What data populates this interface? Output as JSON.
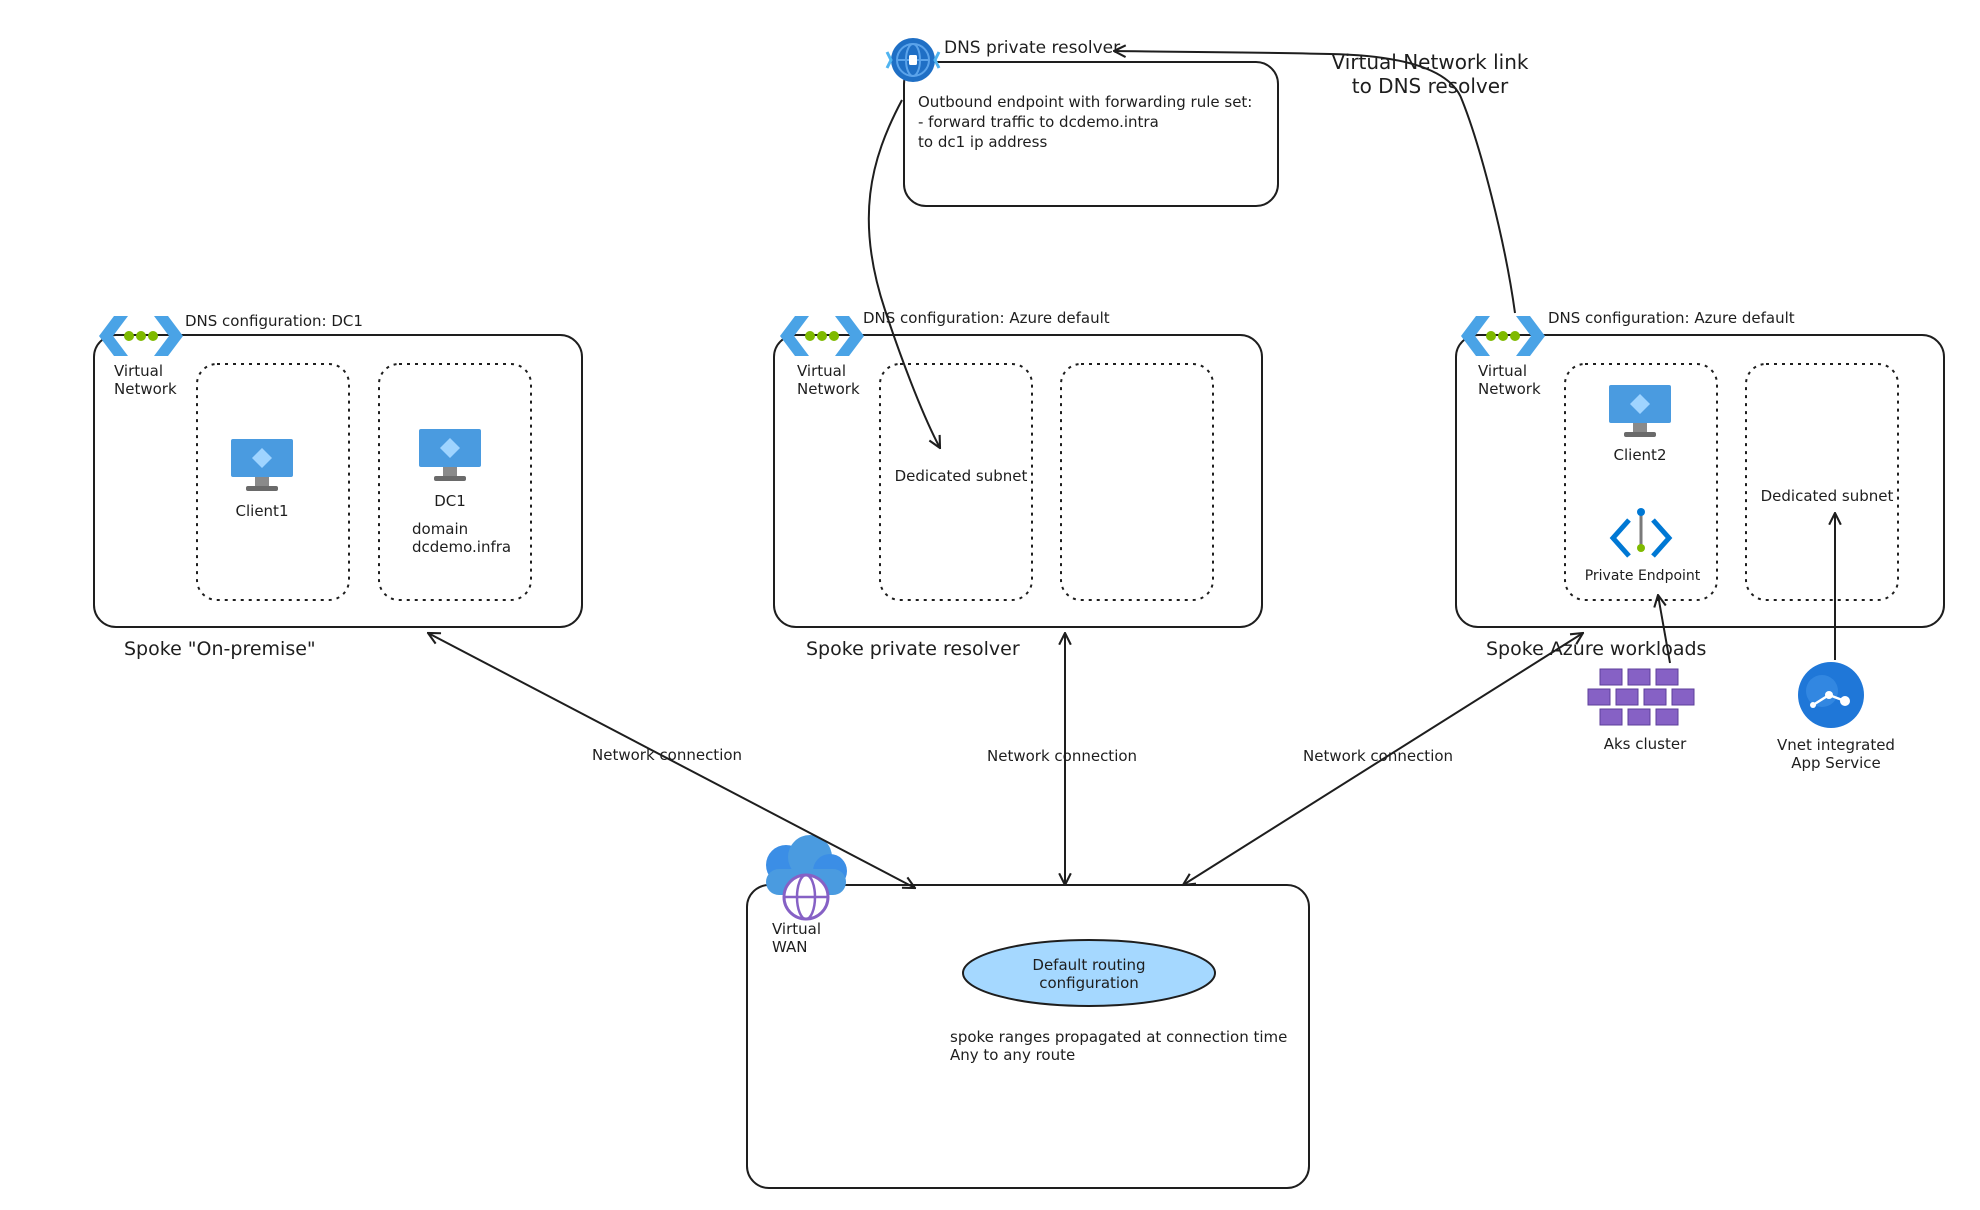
{
  "dns_resolver": {
    "title": "DNS private resolver",
    "note_lines": [
      "Outbound endpoint with forwarding rule set:",
      "- forward traffic to dcdemo.intra",
      "to dc1 ip address"
    ],
    "vnet_link_label": "Virtual Network link\nto DNS resolver"
  },
  "spokes": [
    {
      "name": "Spoke \"On-premise\"",
      "dns_config": "DNS configuration: DC1",
      "vnet_label": "Virtual\nNetwork",
      "client1": "Client1",
      "dc1": "DC1",
      "dc1_domain": "domain\ndcdemo.infra"
    },
    {
      "name": "Spoke private resolver",
      "dns_config": "DNS configuration: Azure default",
      "vnet_label": "Virtual\nNetwork",
      "subnet_label": "Dedicated subnet"
    },
    {
      "name": "Spoke Azure workloads",
      "dns_config": "DNS configuration: Azure default",
      "vnet_label": "Virtual\nNetwork",
      "client2": "Client2",
      "private_endpoint": "Private Endpoint",
      "subnet_label": "Dedicated subnet"
    }
  ],
  "external": {
    "aks": "Aks cluster",
    "app_service": "Vnet integrated\nApp Service"
  },
  "connections": [
    "Network connection",
    "Network connection",
    "Network connection"
  ],
  "vwan": {
    "label": "Virtual\nWAN",
    "routing": "Default routing\nconfiguration",
    "notes": "spoke ranges propagated at connection time\nAny to any route"
  },
  "colors": {
    "stroke": "#1e1e1e",
    "ellipse_fill": "#a5d8ff",
    "azure_blue": "#0078d4",
    "vm_blue": "#4a9be0",
    "aks_purple": "#8661c5",
    "vnet_green": "#7fba00"
  }
}
